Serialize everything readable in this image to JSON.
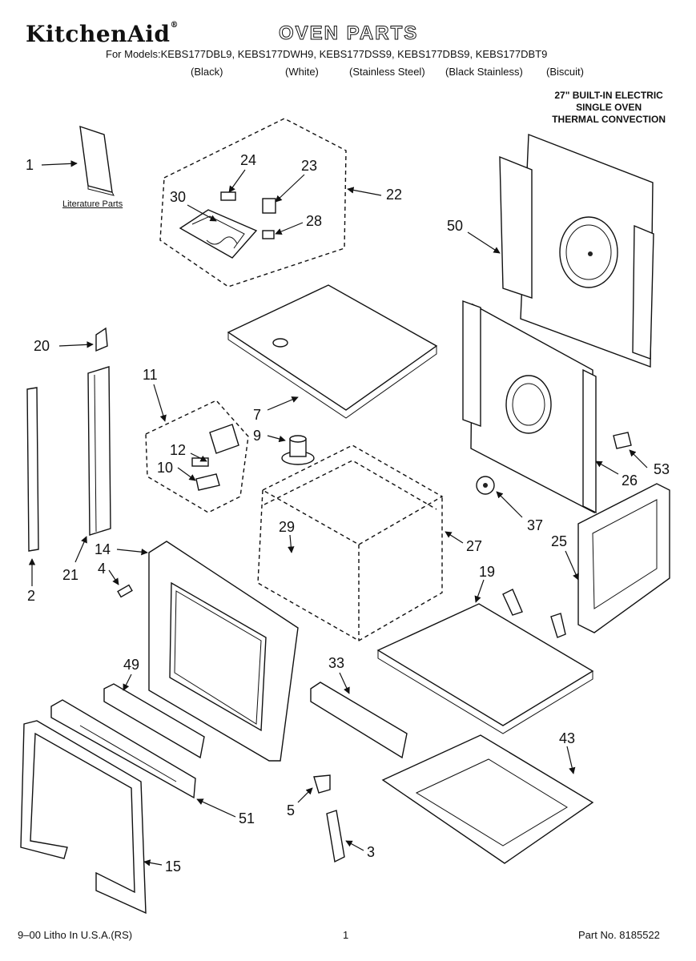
{
  "header": {
    "brand": "KitchenAid",
    "brand_mark": "®",
    "title": "OVEN PARTS",
    "models_line": "For Models:KEBS177DBL9, KEBS177DWH9, KEBS177DSS9, KEBS177DBS9, KEBS177DBT9",
    "finishes": [
      "(Black)",
      "(White)",
      "(Stainless Steel)",
      "(Black Stainless)",
      "(Biscuit)"
    ]
  },
  "description": [
    "27\" BUILT-IN ELECTRIC",
    "SINGLE OVEN",
    "THERMAL CONVECTION"
  ],
  "literature_label": "Literature Parts",
  "callouts": [
    "1",
    "24",
    "23",
    "22",
    "30",
    "28",
    "50",
    "20",
    "7",
    "11",
    "9",
    "12",
    "10",
    "29",
    "27",
    "26",
    "53",
    "37",
    "14",
    "25",
    "21",
    "4",
    "2",
    "19",
    "49",
    "33",
    "43",
    "5",
    "51",
    "3",
    "15"
  ],
  "footer": {
    "left": "9–00 Litho In U.S.A.(RS)",
    "page": "1",
    "part_no": "Part No. 8185522"
  }
}
